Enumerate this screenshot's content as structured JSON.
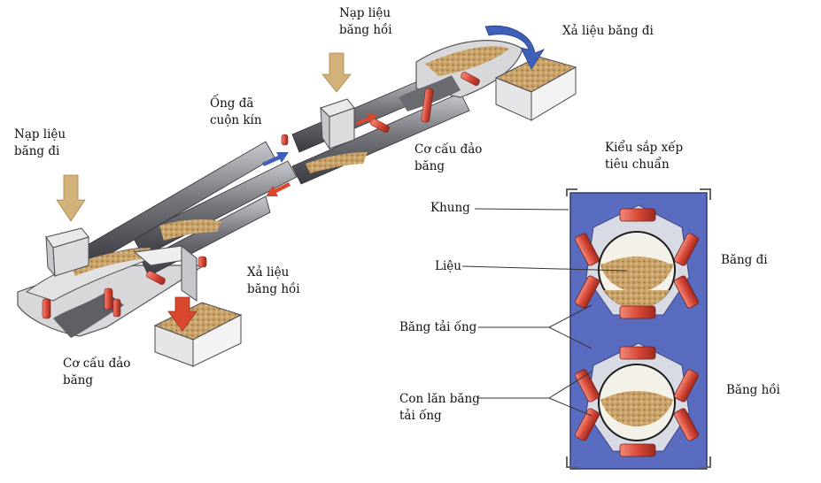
{
  "labels": {
    "nap_lieu_bang_hoi": [
      "Nạp liệu",
      "băng hồi"
    ],
    "xa_lieu_bang_di": "Xả liệu băng đi",
    "ong_da_cuon_kin": [
      "Ống đã",
      "cuộn kín"
    ],
    "nap_lieu_bang_di": [
      "Nạp liệu",
      "băng đi"
    ],
    "co_cau_dao_bang_top": [
      "Cơ cấu đảo",
      "băng"
    ],
    "kieu_sap_xep": [
      "Kiểu sắp xếp",
      "tiêu chuẩn"
    ],
    "khung": "Khung",
    "lieu": "Liệu",
    "bang_di": "Băng đi",
    "xa_lieu_bang_hoi": [
      "Xả liệu",
      "băng hồi"
    ],
    "bang_tai_ong": "Băng tải ống",
    "co_cau_dao_bang_bottom": [
      "Cơ cấu đảo",
      "băng"
    ],
    "con_lan": [
      "Con lăn băng",
      "tải ống"
    ],
    "bang_hoi": "Băng hồi"
  },
  "colors": {
    "frame_blue": "#5a6cc0",
    "roller_red": "#d94a3a",
    "material": "#c9a26a",
    "belt_grey": "#8f9096",
    "arrow_blue": "#3f5fb8",
    "arrow_red": "#d9472f",
    "arrow_tan": "#d2b27a"
  }
}
